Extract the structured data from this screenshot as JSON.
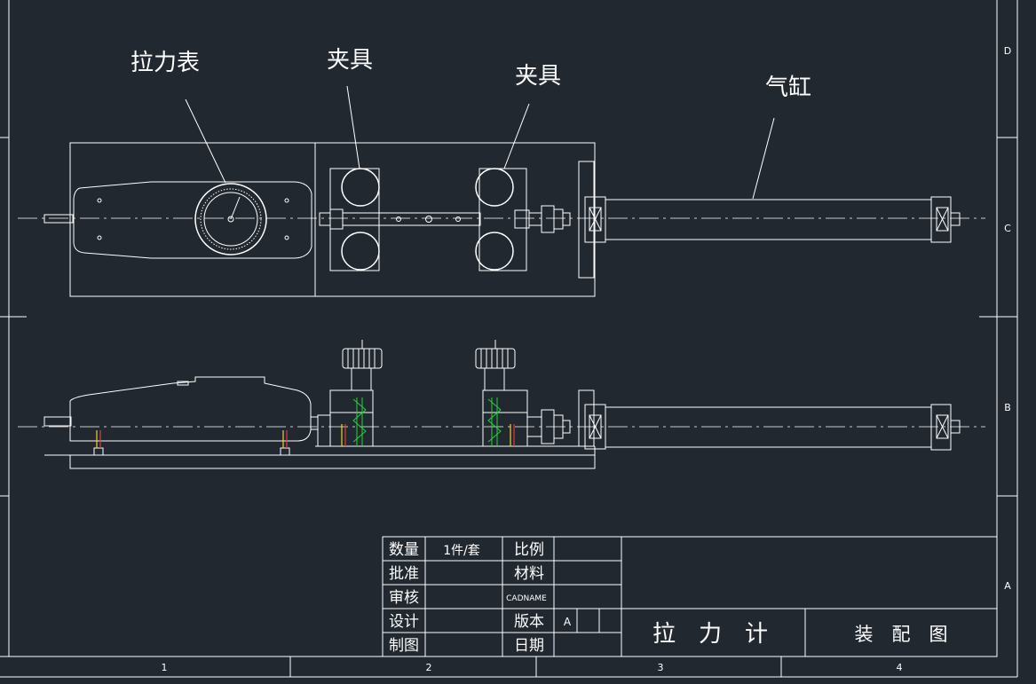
{
  "callouts": {
    "gauge": "拉力表",
    "clamp_left": "夹具",
    "clamp_right": "夹具",
    "cylinder": "气缸"
  },
  "title_block": {
    "quantity_label": "数量",
    "quantity_value": "1件/套",
    "scale_label": "比例",
    "approve_label": "批准",
    "material_label": "材料",
    "review_label": "审核",
    "cadname": "CADNAME",
    "design_label": "设计",
    "version_label": "版本",
    "version_value": "A",
    "draw_label": "制图",
    "date_label": "日期",
    "drawing_name": "拉　力　计",
    "drawing_type": "装　配　图"
  },
  "zones": {
    "columns": [
      "1",
      "2",
      "3",
      "4"
    ],
    "rows": [
      "D",
      "C",
      "B",
      "A"
    ]
  }
}
